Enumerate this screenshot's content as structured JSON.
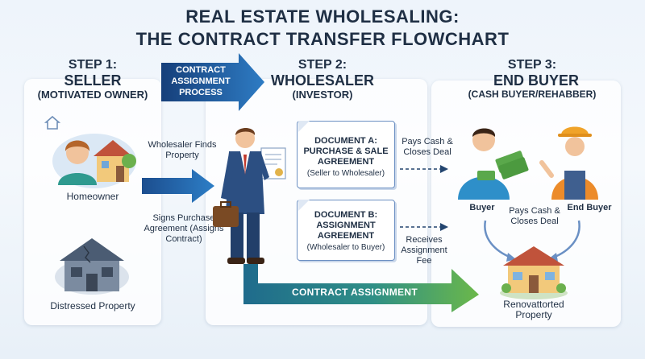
{
  "title": {
    "line1": "REAL ESTATE WHOLESALING:",
    "line2": "THE CONTRACT TRANSFER FLOWCHART"
  },
  "step1": {
    "step": "STEP 1:",
    "name": "SELLER",
    "sub": "(MOTIVATED OWNER)",
    "homeowner": "Homeowner",
    "distressed": "Distressed Property"
  },
  "step2": {
    "step": "STEP 2:",
    "name": "WHOLESALER",
    "sub": "(INVESTOR)"
  },
  "step3": {
    "step": "STEP 3:",
    "name": "END BUYER",
    "sub": "(CASH BUYER/REHABBER)",
    "buyer": "Buyer",
    "end_buyer": "End Buyer",
    "pays_cash": "Pays Cash & Closes Deal",
    "renovated": "Renovattorted Property"
  },
  "process_arrow": {
    "line1": "CONTRACT",
    "line2": "ASSIGNMENT",
    "line3": "PROCESS"
  },
  "flows": {
    "finds_property": "Wholesaler Finds Property",
    "signs": "Signs Purchase Agreement (Assigns Contract)",
    "pays_cash_top": "Pays Cash & Closes Deal",
    "receives_fee": "Receives Assignment Fee",
    "contract_assignment": "CONTRACT ASSIGNMENT"
  },
  "doc_a": {
    "title1": "DOCUMENT A:",
    "title2": "PURCHASE & SALE",
    "title3": "AGREEMENT",
    "sub": "(Seller to Wholesaler)"
  },
  "doc_b": {
    "title1": "DOCUMENT B:",
    "title2": "ASSIGNMENT",
    "title3": "AGREEMENT",
    "sub": "(Wholesaler to Buyer)"
  },
  "colors": {
    "navy": "#1f4e8c",
    "blue": "#2a6fb8",
    "teal": "#2a8f9a",
    "green": "#5cae4a",
    "panel": "#ffffff"
  }
}
